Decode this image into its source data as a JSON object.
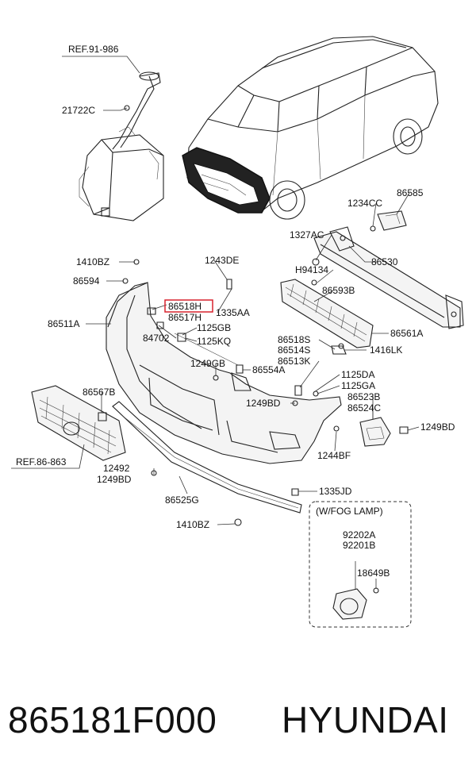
{
  "labels": {
    "ref_91_986": "REF.91-986",
    "p21722c": "21722C",
    "p86585": "86585",
    "p1234cc": "1234CC",
    "p1327ac": "1327AC",
    "p86530": "86530",
    "h94134": "H94134",
    "p1410bz_top": "1410BZ",
    "p1243de": "1243DE",
    "p86594": "86594",
    "p86593b": "86593B",
    "p86518h": "86518H",
    "p86517h": "86517H",
    "p1335aa": "1335AA",
    "p86511a": "86511A",
    "p1125gb": "1125GB",
    "p84702": "84702",
    "p1125kq": "1125KQ",
    "p86561a": "86561A",
    "p86518s": "86518S",
    "p86514s": "86514S",
    "p1416lk": "1416LK",
    "p86513k": "86513K",
    "p1249gb": "1249GB",
    "p86554a": "86554A",
    "p1125da": "1125DA",
    "p1125ga": "1125GA",
    "p86567b": "86567B",
    "p86523b": "86523B",
    "p1249bd_mid": "1249BD",
    "p86524c": "86524C",
    "p1249bd_right": "1249BD",
    "ref_86_863": "REF.86-863",
    "p1244bf": "1244BF",
    "p12492": "12492",
    "p1249bd_left": "1249BD",
    "p86525g": "86525G",
    "p1335jd": "1335JD",
    "p1410bz_bottom": "1410BZ",
    "fog_lamp_title": "(W/FOG LAMP)",
    "p92202a": "92202A",
    "p92201b": "92201B",
    "p18649b": "18649B"
  },
  "highlight_color": "#d9232e",
  "footer": {
    "part_number": "865181F000",
    "brand": "HYUNDAI"
  }
}
